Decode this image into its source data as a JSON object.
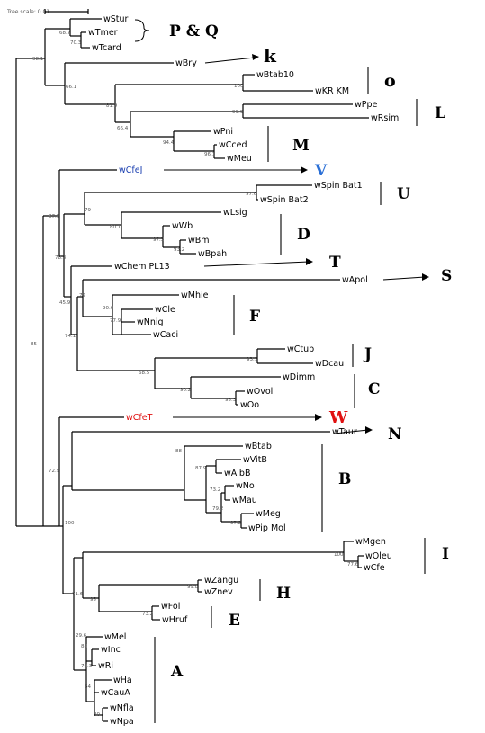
{
  "tree_scale_label": "Tree scale: 0.01",
  "colors": {
    "default": "#000000",
    "wCfeJ": "#1a3fb0",
    "V": "#2a6fd6",
    "wCfeT": "#e01010",
    "W": "#e01010"
  },
  "leaves": {
    "wStur": "wStur",
    "wTmer": "wTmer",
    "wTcard": "wTcard",
    "wBry": "wBry",
    "wBtab10": "wBtab10",
    "wKRKM": "wKR KM",
    "wPpe": "wPpe",
    "wRsim": "wRsim",
    "wPni": "wPni",
    "wCced": "wCced",
    "wMeu": "wMeu",
    "wCfeJ": "wCfeJ",
    "wSpinBat1": "wSpin Bat1",
    "wSpinBat2": "wSpin Bat2",
    "wLsig": "wLsig",
    "wWb": "wWb",
    "wBm": "wBm",
    "wBpah": "wBpah",
    "wChemPL13": "wChem PL13",
    "wApol": "wApol",
    "wMhie": "wMhie",
    "wCle": "wCle",
    "wNnig": "wNnig",
    "wCaci": "wCaci",
    "wCtub": "wCtub",
    "wDcau": "wDcau",
    "wDimm": "wDimm",
    "wOvol": "wOvol",
    "wOo": "wOo",
    "wCfeT": "wCfeT",
    "wTaur": "wTaur",
    "wBtab": "wBtab",
    "wVitB": "wVitB",
    "wAlbB": "wAlbB",
    "wNo": "wNo",
    "wMau": "wMau",
    "wMeg": "wMeg",
    "wPipMol": "wPip Mol",
    "wMgen": "wMgen",
    "wOleu": "wOleu",
    "wCfe": "wCfe",
    "wZangu": "wZangu",
    "wZnev": "wZnev",
    "wFol": "wFol",
    "wHruf": "wHruf",
    "wMel": "wMel",
    "wInc": "wInc",
    "wRi": "wRi",
    "wHa": "wHa",
    "wCauA": "wCauA",
    "wNfla": "wNfla",
    "wNpa": "wNpa"
  },
  "clades": {
    "PQ": "P & Q",
    "k": "k",
    "o": "o",
    "L": "L",
    "M": "M",
    "V": "V",
    "U": "U",
    "D": "D",
    "T": "T",
    "S": "S",
    "F": "F",
    "J": "J",
    "C": "C",
    "W": "W",
    "N": "N",
    "B": "B",
    "I": "I",
    "H": "H",
    "E": "E",
    "A": "A"
  },
  "bootstrap": {
    "b1": "98.1",
    "b2": "68.7",
    "b3": "70.3",
    "b4": "66.1",
    "b5": "81.9",
    "b6": "100",
    "b7": "99.9",
    "b8": "66.4",
    "b9": "94.4",
    "b10": "96.1",
    "b11": "87.9",
    "b12": "97.6",
    "b13": "79",
    "b14": "80.1",
    "b15": "97.3",
    "b16": "93.2",
    "b17": "78.3",
    "b18": "45.9",
    "b19": "72",
    "b20": "90.6",
    "b21": "77.9",
    "b22": "74.1",
    "b23": "68.5",
    "b24": "93.1",
    "b25": "90.2",
    "b26": "95.3",
    "b27": "85",
    "b28": "72.9",
    "b29": "100",
    "b30": "88",
    "b31": "87.9",
    "b32": "73.2",
    "b33": "79.2",
    "b34": "97.2",
    "b35": "100",
    "b36": "77.6",
    "b37": "71.6",
    "b38": "95",
    "b39": "99.8",
    "b40": "73.2",
    "b41": "29.6",
    "b42": "88",
    "b43": "70.3",
    "b44": "84",
    "b45": "80"
  }
}
